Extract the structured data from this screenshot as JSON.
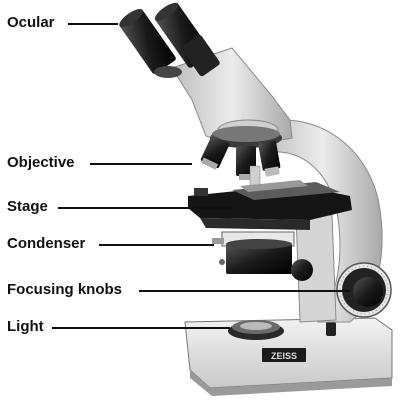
{
  "labels": {
    "ocular": "Ocular",
    "objective": "Objective",
    "stage": "Stage",
    "condenser": "Condenser",
    "focusing_knobs": "Focusing knobs",
    "light": "Light"
  },
  "brand": "ZEISS"
}
